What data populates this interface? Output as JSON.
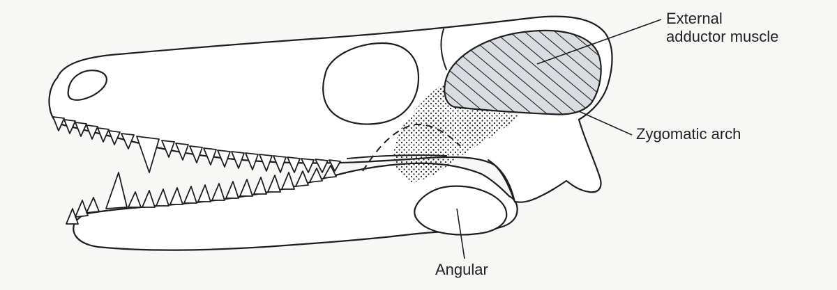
{
  "labels": {
    "external_line1": "External",
    "external_line2": "adductor muscle",
    "zygomatic": "Zygomatic arch",
    "angular": "Angular"
  }
}
